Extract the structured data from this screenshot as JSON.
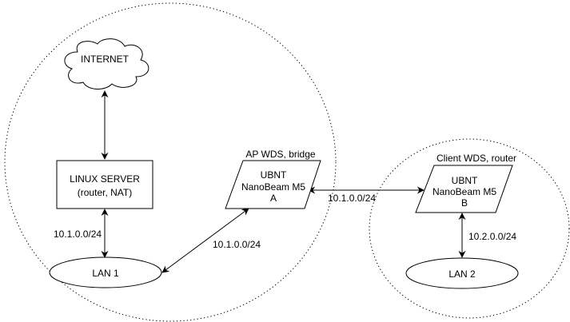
{
  "diagram": {
    "zones": [
      {
        "id": "zone-a",
        "label": ""
      },
      {
        "id": "zone-b",
        "label": ""
      }
    ],
    "nodes": {
      "internet": {
        "label": "INTERNET",
        "shape": "cloud"
      },
      "linux_server": {
        "line1": "LINUX SERVER",
        "line2": "(router, NAT)",
        "shape": "rectangle"
      },
      "lan1": {
        "label": "LAN 1",
        "shape": "ellipse"
      },
      "nanobeam_a": {
        "caption": "AP WDS, bridge",
        "line1": "UBNT",
        "line2": "NanoBeam M5",
        "line3": "A",
        "shape": "parallelogram"
      },
      "nanobeam_b": {
        "caption": "Client WDS, router",
        "line1": "UBNT",
        "line2": "NanoBeam M5",
        "line3": "B",
        "shape": "parallelogram"
      },
      "lan2": {
        "label": "LAN 2",
        "shape": "ellipse"
      }
    },
    "edges": [
      {
        "from": "internet",
        "to": "linux_server",
        "label": "",
        "arrows": "both"
      },
      {
        "from": "linux_server",
        "to": "lan1",
        "label": "10.1.0.0/24",
        "arrows": "both"
      },
      {
        "from": "lan1",
        "to": "nanobeam_a",
        "label": "10.1.0.0/24",
        "arrows": "both"
      },
      {
        "from": "nanobeam_a",
        "to": "nanobeam_b",
        "label": "10.1.0.0/24",
        "arrows": "both"
      },
      {
        "from": "nanobeam_b",
        "to": "lan2",
        "label": "10.2.0.0/24",
        "arrows": "both"
      }
    ]
  }
}
